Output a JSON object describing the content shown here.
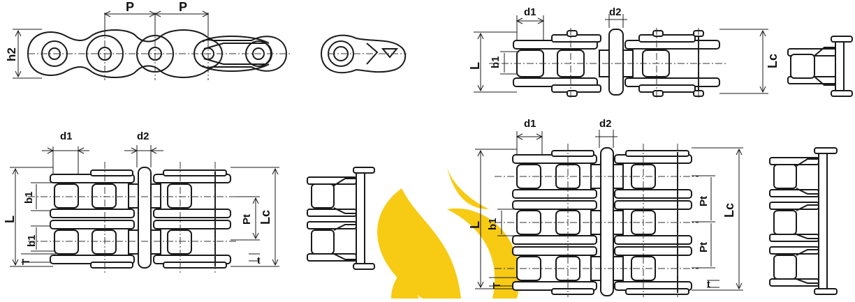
{
  "labels": {
    "p": "P",
    "h2": "h2",
    "d1": "d1",
    "d2": "d2",
    "l": "L",
    "lc": "Lc",
    "b1": "b1",
    "pt": "Pt",
    "t_upper": "T",
    "t_lower": "t"
  },
  "colors": {
    "line": "#1a1a1a",
    "watermark": "#f7c600",
    "background": "#ffffff"
  }
}
